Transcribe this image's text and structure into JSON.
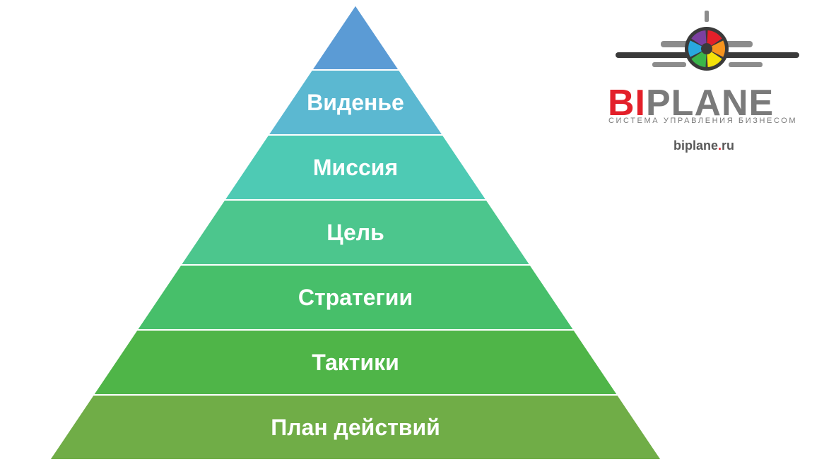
{
  "pyramid": {
    "levels": [
      {
        "label": "",
        "color": "#5b9bd5"
      },
      {
        "label": "Виденье",
        "color": "#5bb8d1"
      },
      {
        "label": "Миссия",
        "color": "#4ecab4"
      },
      {
        "label": "Цель",
        "color": "#4cc68d"
      },
      {
        "label": "Стратегии",
        "color": "#47bf6a"
      },
      {
        "label": "Тактики",
        "color": "#4fb548"
      },
      {
        "label": "План действий",
        "color": "#70ad47"
      }
    ]
  },
  "logo": {
    "brand_accent": "BI",
    "brand_rest": "PLANE",
    "tagline": "СИСТЕМА УПРАВЛЕНИЯ БИЗНЕСОМ",
    "site_name": "biplane",
    "site_dot": ".",
    "site_tld": "ru",
    "accent_color": "#e3202a",
    "wheel_colors": [
      "#e3202a",
      "#f7941d",
      "#f4e10a",
      "#3ab54a",
      "#29a8e0",
      "#7b3fa0"
    ]
  }
}
